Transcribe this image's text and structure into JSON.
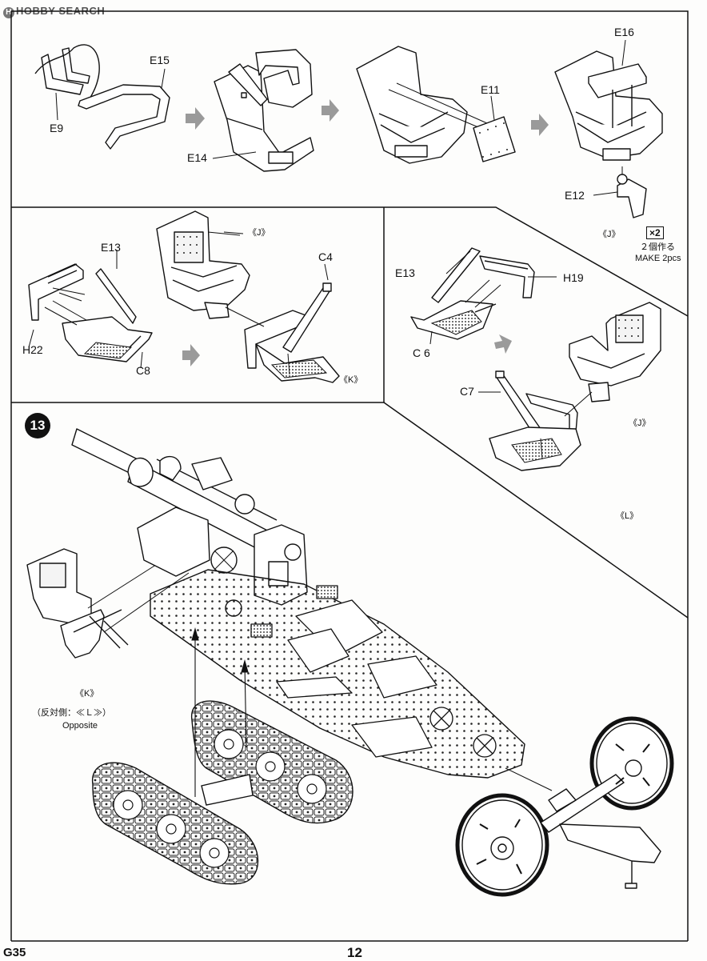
{
  "watermark": "HOBBY SEARCH",
  "panel_top": {
    "labels": {
      "e15": "E15",
      "e9": "E9",
      "e14": "E14",
      "e11": "E11",
      "e16": "E16",
      "e12": "E12",
      "j": "《J》"
    },
    "multiplier": "×2",
    "make_jp": "２個作る",
    "make_en": "MAKE 2pcs"
  },
  "panel_left": {
    "labels": {
      "e13": "E13",
      "j": "《J》",
      "c4": "C4",
      "h22": "H22",
      "c8": "C8",
      "k": "《K》"
    }
  },
  "panel_right": {
    "labels": {
      "e13": "E13",
      "h19": "H19",
      "c6": "C 6",
      "c7": "C7",
      "j": "《J》",
      "l": "《L》"
    }
  },
  "step13": {
    "number": "13",
    "labels": {
      "k": "《K》",
      "opposite_jp": "（反対側：≪Ｌ≫）",
      "opposite_en": "Opposite"
    }
  },
  "footer": {
    "code": "G35",
    "page": "12"
  },
  "colors": {
    "line": "#111111",
    "arrow": "#9a9a9a",
    "mesh": "#444444"
  },
  "icons": [
    "step-number-badge",
    "hobby-search-logo",
    "gray-assembly-arrow",
    "multiplier-box"
  ]
}
